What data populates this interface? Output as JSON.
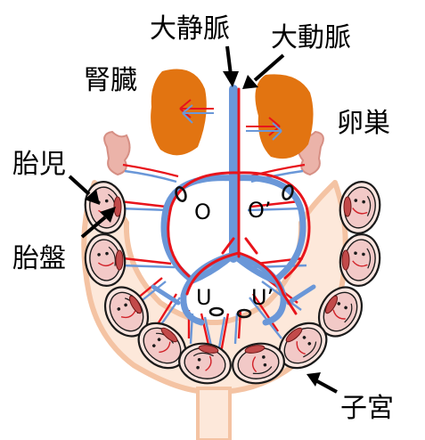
{
  "labels": {
    "vena_cava": "大静脈",
    "aorta": "大動脈",
    "kidney": "腎臓",
    "ovary": "卵巣",
    "fetus": "胎児",
    "placenta": "胎盤",
    "uterus": "子宮",
    "o_left": "O",
    "o_right": "O’",
    "u_left": "U",
    "u_right": "U’"
  },
  "colors": {
    "artery": "#e8141b",
    "vein": "#6a97d8",
    "kidney": "#e27411",
    "uterus_fill": "#fde8da",
    "fetus_fill": "#f2c9c7",
    "ovary_fill": "#ebb3a9",
    "ligature": "#111111"
  }
}
